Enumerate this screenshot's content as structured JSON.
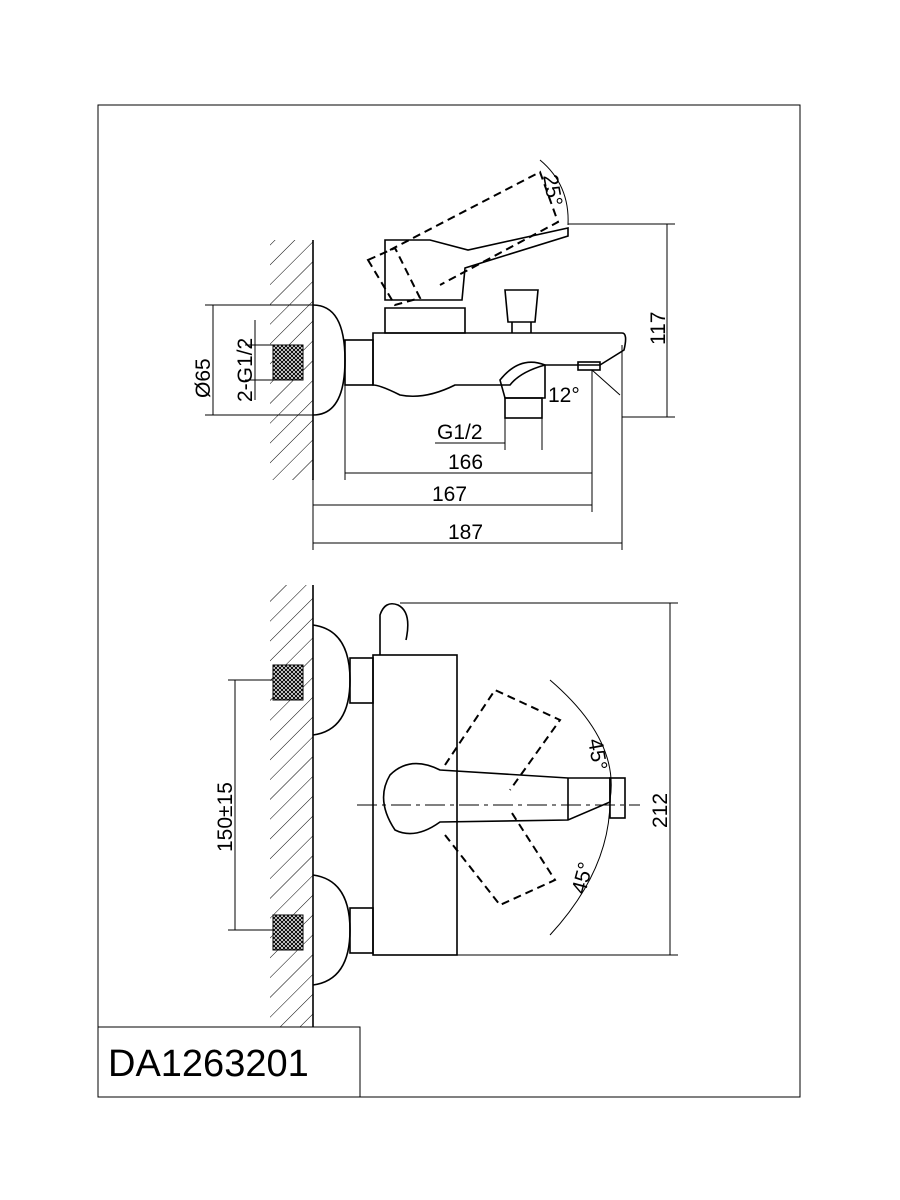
{
  "drawing": {
    "model_number": "DA1263201",
    "side_view": {
      "lever_angle": "25°",
      "height": "117",
      "escutcheon_diameter": "Ø65",
      "inlet_thread": "2-G1/2",
      "outlet_thread": "G1/2",
      "spout_angle": "12°",
      "length_166": "166",
      "length_167": "167",
      "length_187": "187"
    },
    "front_view": {
      "lever_angle_up": "45°",
      "lever_angle_down": "45°",
      "height": "212",
      "inlet_spacing": "150±15"
    }
  }
}
